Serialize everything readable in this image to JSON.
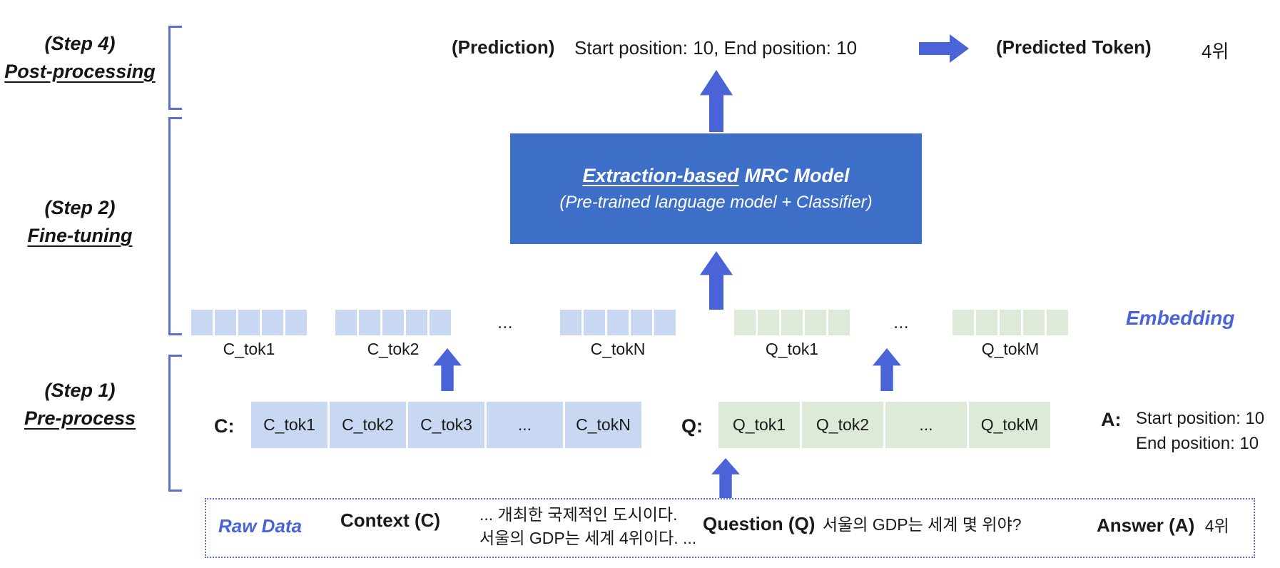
{
  "steps": [
    {
      "step": "(Step 4)",
      "name": "Post-processing"
    },
    {
      "step": "(Step 2)",
      "name": "Fine-tuning"
    },
    {
      "step": "(Step 1)",
      "name": "Pre-process"
    }
  ],
  "prediction": {
    "label": "(Prediction)",
    "positions": "Start position: 10,  End position: 10",
    "predicted_label": "(Predicted Token)",
    "predicted_value": "4위"
  },
  "model_box": {
    "title_em": "Extraction-based",
    "title_rest": "MRC Model",
    "subtitle": "(Pre-trained language model + Classifier)"
  },
  "embedding": {
    "label": "Embedding",
    "c_tokens": [
      "C_tok1",
      "C_tok2",
      "C_tokN"
    ],
    "q_tokens": [
      "Q_tok1",
      "Q_tokM"
    ],
    "ellipsis": "..."
  },
  "pre_process": {
    "c_label": "C:",
    "c_cells": [
      "C_tok1",
      "C_tok2",
      "C_tok3",
      "...",
      "C_tokN"
    ],
    "q_label": "Q:",
    "q_cells": [
      "Q_tok1",
      "Q_tok2",
      "...",
      "Q_tokM"
    ],
    "a_label": "A:",
    "a_line1": "Start position: 10",
    "a_line2": "End position: 10"
  },
  "raw_data": {
    "label": "Raw Data",
    "context_label": "Context (C)",
    "context_line1": "... 개최한 국제적인 도시이다.",
    "context_line2": "서울의 GDP는 세계 4위이다. ...",
    "question_label": "Question (Q)",
    "question_text": "서울의 GDP는 세계 몇 위야?",
    "answer_label": "Answer (A)",
    "answer_value": "4위"
  },
  "colors": {
    "model_box_blue": "#3d6fc8",
    "arrow_blue": "#4a63d6",
    "bracket_blue": "#5b70d0",
    "light_blue_cell": "#c8d7f2",
    "light_green_cell": "#dcead7",
    "accent_text_blue": "#4a63d8"
  }
}
